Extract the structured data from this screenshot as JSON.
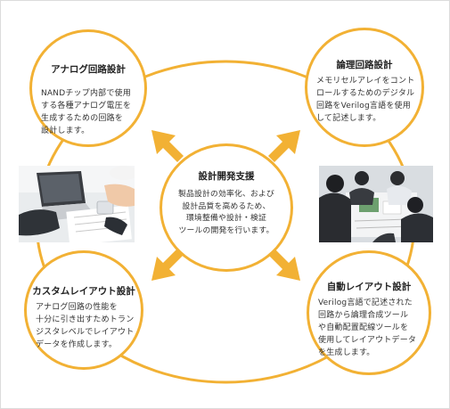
{
  "colors": {
    "accent": "#f2b134",
    "ring": "#f2b134",
    "text": "#333333",
    "title": "#222222"
  },
  "center": {
    "title": "設計開発支援",
    "description": "製品設計の効率化、および\n設計品質を高めるため、\n環境整備や設計・検証\nツールの開発を行います。"
  },
  "nodes": {
    "analog": {
      "title": "アナログ回路設計",
      "description": "NANDチップ内部で使用\nする各種アナログ電圧を\n生成するための回路を\n設計します。"
    },
    "logic": {
      "title": "論理回路設計",
      "description": "メモリセルアレイをコント\nロールするためのデジタル\n回路をVerilog言語を使用\nして記述します。"
    },
    "custom": {
      "title": "カスタムレイアウト設計",
      "description": "アナログ回路の性能を\n十分に引き出すためトラン\nジスタレベルでレイアウト\nデータを作成します。"
    },
    "auto": {
      "title": "自動レイアウト設計",
      "description": "Verilog言語で記述された\n回路から論理合成ツール\nや自動配置配線ツールを\n使用してレイアウトデータ\nを生成します。"
    }
  },
  "photos": {
    "left": "laptop-documents-photo",
    "right": "team-meeting-photo"
  }
}
